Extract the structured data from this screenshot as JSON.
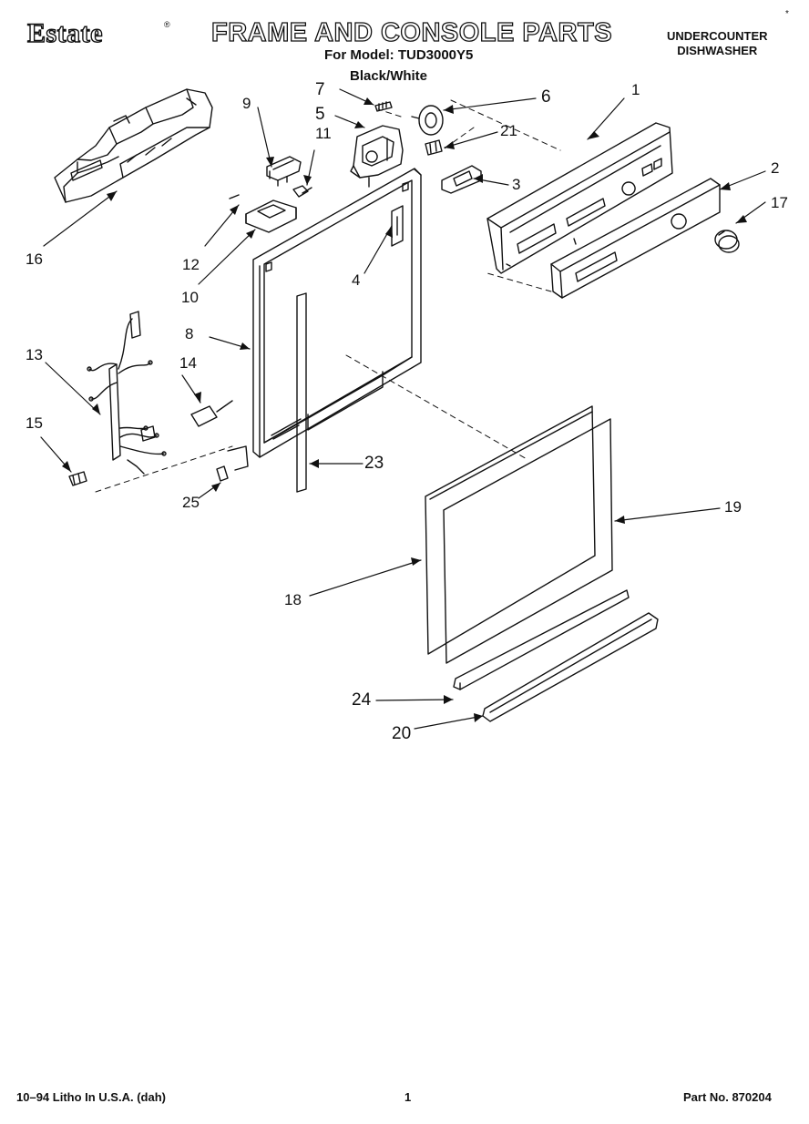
{
  "header": {
    "brand": "Estate",
    "brand_mark": "®",
    "title": "FRAME AND CONSOLE PARTS",
    "model_line": "For Model: TUD3000Y5",
    "color_line": "Black/White",
    "category_line1": "UNDERCOUNTER",
    "category_line2": "DISHWASHER",
    "corner_mark": "*"
  },
  "callouts": {
    "c1": "1",
    "c2": "2",
    "c3": "3",
    "c4": "4",
    "c5": "5",
    "c6": "6",
    "c7": "7",
    "c8": "8",
    "c9": "9",
    "c10": "10",
    "c11": "11",
    "c12": "12",
    "c13": "13",
    "c14": "14",
    "c15": "15",
    "c16": "16",
    "c17": "17",
    "c18": "18",
    "c19": "19",
    "c20": "20",
    "c21": "21",
    "c23": "23",
    "c24": "24",
    "c25": "25"
  },
  "footer": {
    "litho": "10–94 Litho In U.S.A. (dah)",
    "page": "1",
    "part_no": "Part No. 870204"
  }
}
